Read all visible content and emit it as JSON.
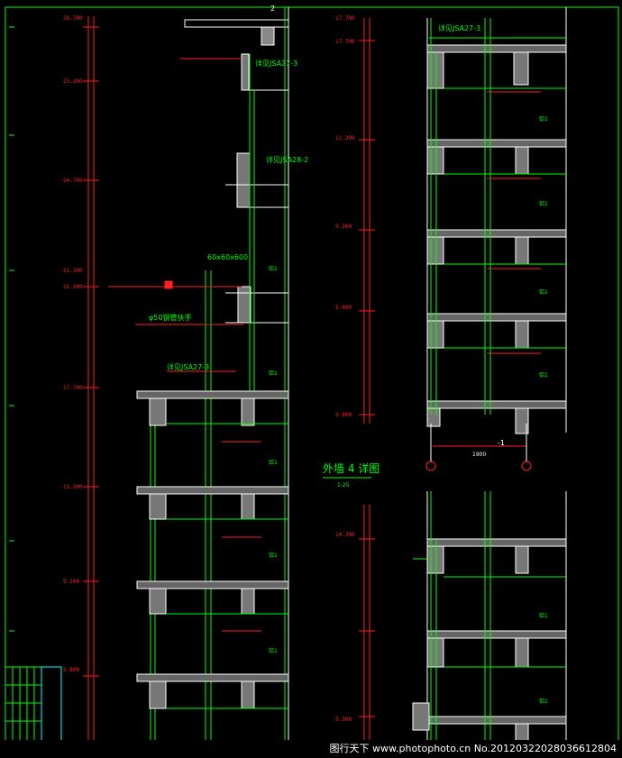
{
  "title": "外墙 4 详图",
  "scale": "1:25",
  "labels": {
    "jsa27_top": "详见JSA27-3",
    "jsa27_left": "详见JSA27-3",
    "jsa28": "详见JSA28-2",
    "jsa27_lower": "详见JSA27-3",
    "ladder": "φ50钢管扶手",
    "pipe": "60x60x600",
    "num_2": "2",
    "num_1": "1",
    "axis_dim": "1900",
    "axis_minus": "-1",
    "bldg": "铝1"
  },
  "elevations_left": [
    "26.700",
    "23.200",
    "24.700",
    "21.200",
    "21.200",
    "17.700",
    "12.200",
    "9.200",
    "5.800"
  ],
  "elevations_right": [
    "17.700",
    "12.200",
    "9.200",
    "5.800",
    "14.300",
    "5.300"
  ],
  "watermark": "图行天下 www.photophoto.cn No.20120322028036612804",
  "colors": {
    "green": "#00ff00",
    "red": "#ff2020",
    "white": "#ffffff",
    "cyan": "#00ffff"
  }
}
